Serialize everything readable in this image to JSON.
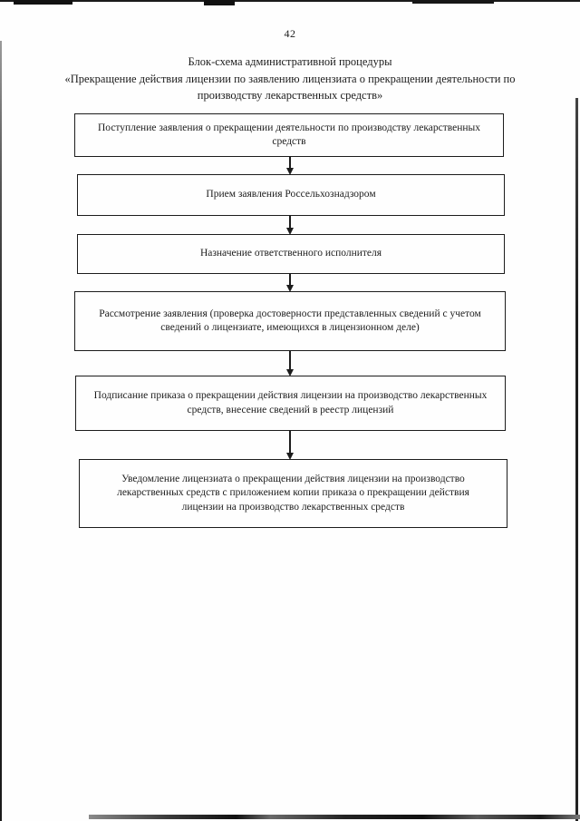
{
  "page": {
    "number": "42",
    "title": "Блок-схема административной процедуры",
    "subtitle": "«Прекращение действия лицензии по заявлению лицензиата о прекращении деятельности по производству лекарственных средств»"
  },
  "flowchart": {
    "steps": [
      {
        "label": "Поступление заявления о прекращении деятельности по производству лекарственных средств"
      },
      {
        "label": "Прием заявления Россельхознадзором"
      },
      {
        "label": "Назначение ответственного исполнителя"
      },
      {
        "label": "Рассмотрение заявления (проверка достоверности представленных сведений с учетом сведений о лицензиате, имеющихся в лицензионном деле)"
      },
      {
        "label": "Подписание приказа о прекращении действия лицензии на производство лекарственных средств, внесение сведений в реестр лицензий"
      },
      {
        "label": "Уведомление лицензиата о прекращении действия лицензии на производство лекарственных средств с приложением копии приказа о прекращении действия лицензии на производство лекарственных средств"
      }
    ]
  },
  "colors": {
    "ink": "#1c1c1c",
    "paper": "#fefefe"
  }
}
